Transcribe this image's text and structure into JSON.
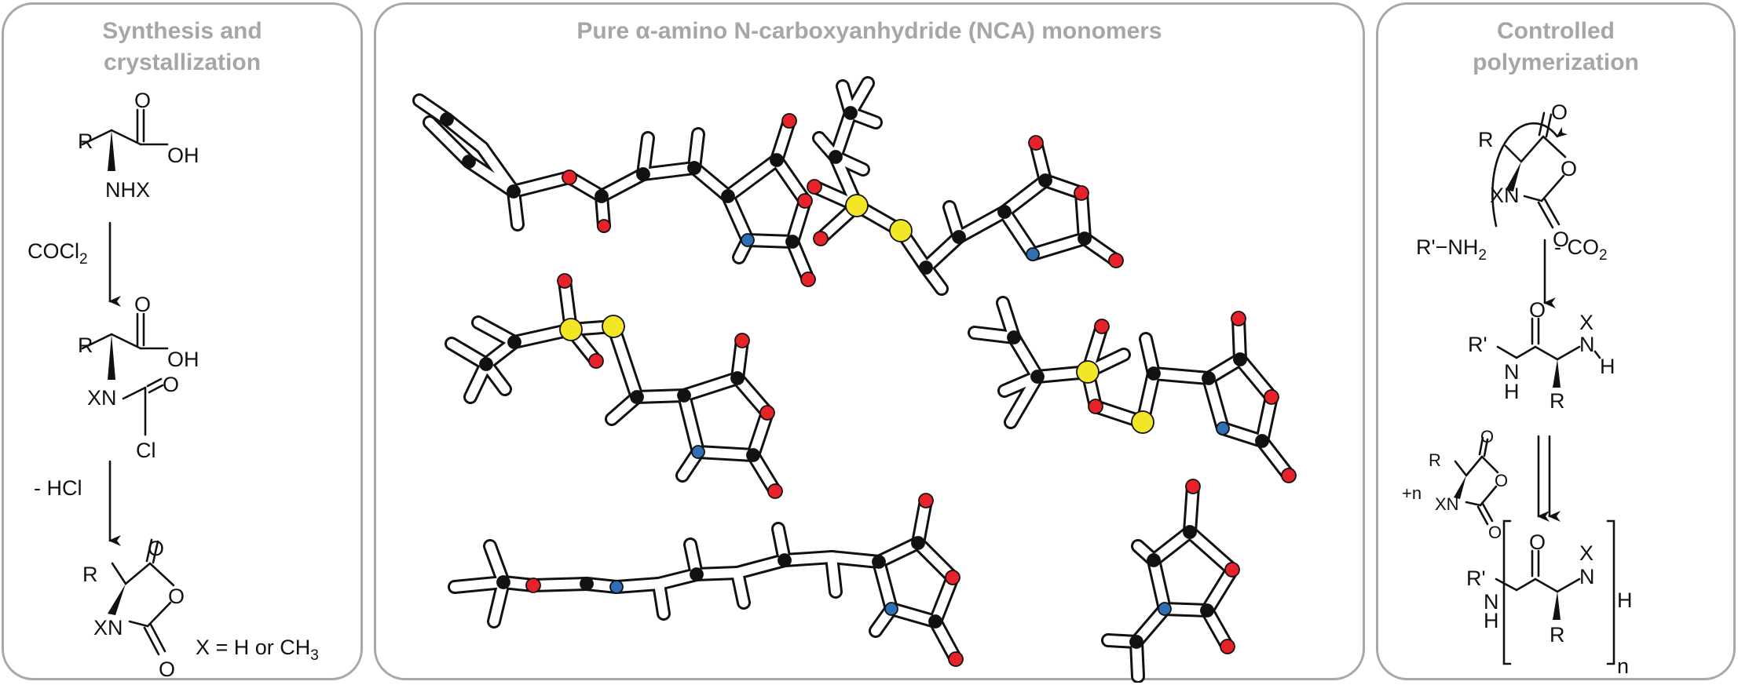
{
  "colors": {
    "panel_border": "#a8a8a8",
    "title": "#a6a6a6",
    "carbon": "#111111",
    "oxygen": "#e8222b",
    "nitrogen": "#2f6fb5",
    "sulfur": "#f3e626",
    "hydrogen": "#ffffff"
  },
  "panels": {
    "left": {
      "title_line1": "Synthesis and",
      "title_line2": "crystallization",
      "labels": {
        "r": "R",
        "o": "O",
        "oh": "OH",
        "nhx": "NHX",
        "xn": "XN",
        "cl": "Cl",
        "reagent1_main": "COCl",
        "reagent1_sub": "2",
        "reagent2": "- HCl",
        "xdef_main": "X = H or CH",
        "xdef_sub": "3"
      }
    },
    "middle": {
      "title": "Pure α-amino N-carboxyanhydride (NCA) monomers"
    },
    "right": {
      "title_line1": "Controlled",
      "title_line2": "polymerization",
      "labels": {
        "r": "R",
        "rp": "R'",
        "o": "O",
        "xn": "XN",
        "n_atom": "N",
        "h": "H",
        "x": "X",
        "amine_main": "R'−NH",
        "amine_sub": "2",
        "co2_main": "- CO",
        "co2_sub": "2",
        "plus_n": "+n",
        "n_sub": "n"
      }
    }
  }
}
